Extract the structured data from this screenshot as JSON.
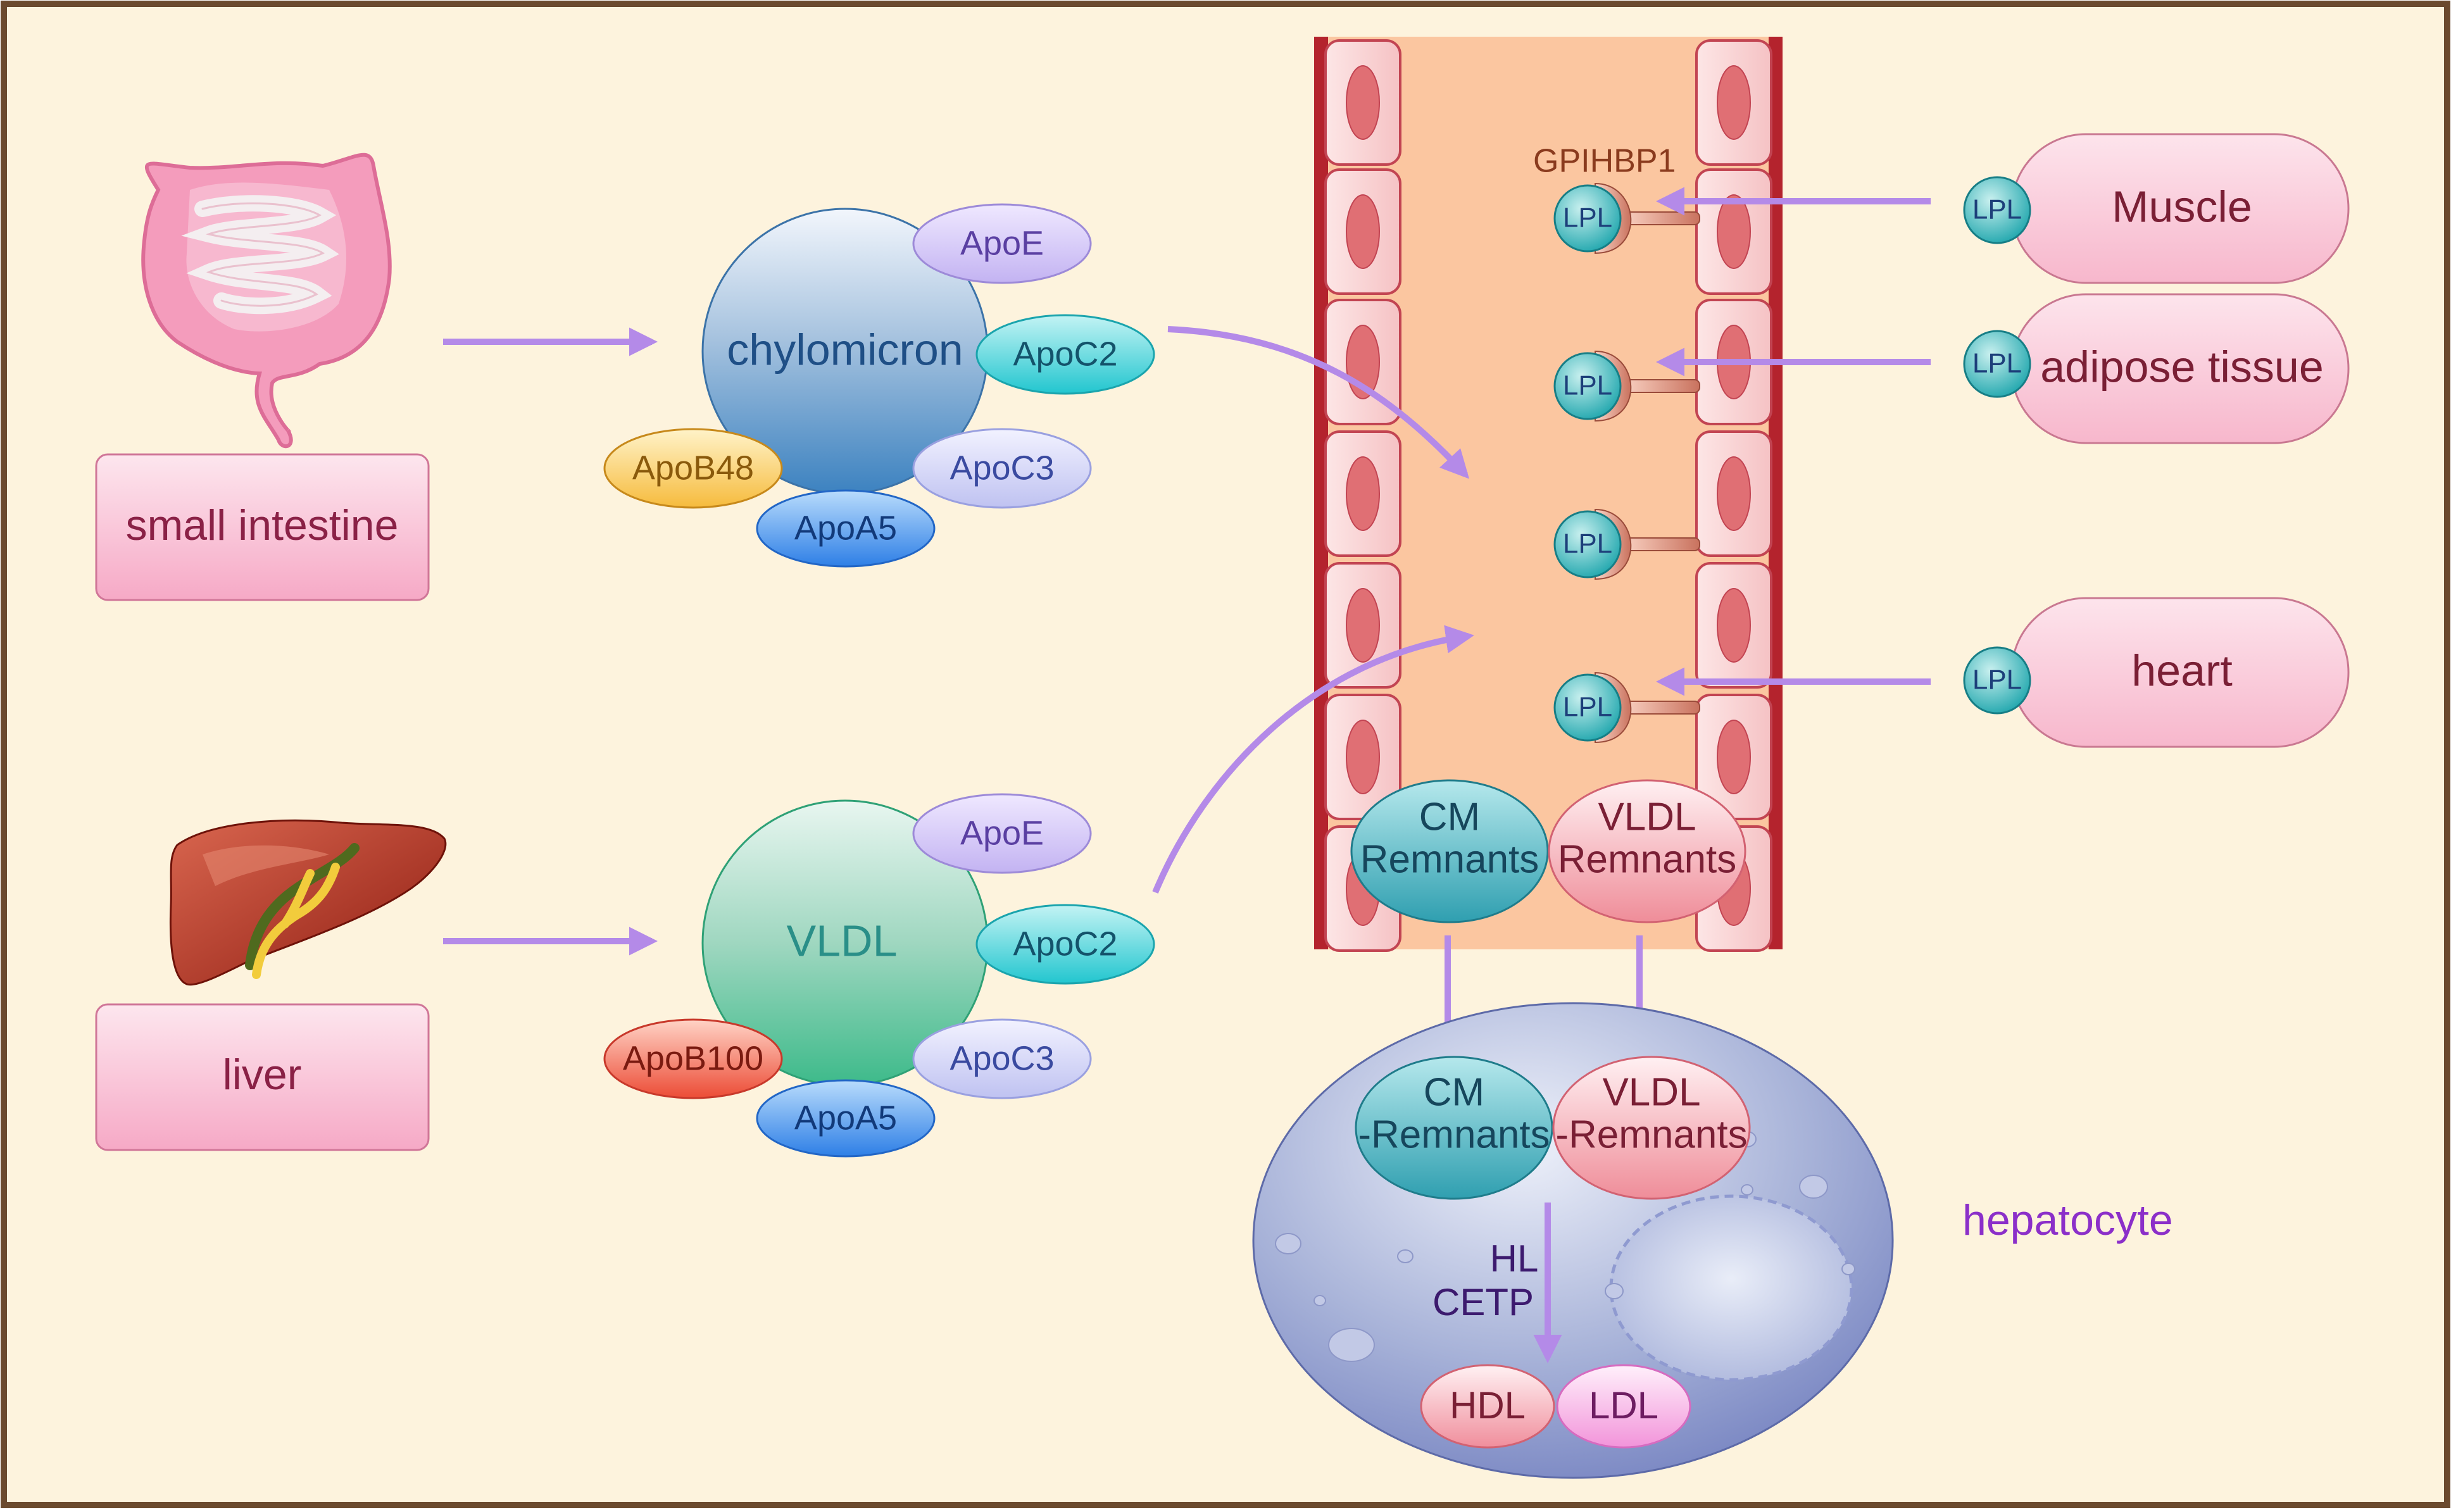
{
  "organs": {
    "small_intestine": "small intestine",
    "liver": "liver"
  },
  "particles": {
    "chylomicron": "chylomicron",
    "vldl": "VLDL"
  },
  "apos": {
    "apoe": "ApoE",
    "apoc2": "ApoC2",
    "apoc3": "ApoC3",
    "apoa5": "ApoA5",
    "apob48": "ApoB48",
    "apob100": "ApoB100"
  },
  "vessel": {
    "gpihbp1": "GPIHBP1",
    "lpl": "LPL",
    "cm_remnants": [
      "CM",
      "Remnants"
    ],
    "vldl_remnants": [
      "VLDL",
      "Remnants"
    ]
  },
  "tissues": {
    "muscle": "Muscle",
    "adipose": "adipose tissue",
    "heart": "heart"
  },
  "hepatocyte": {
    "label": "hepatocyte",
    "cm_remnants": [
      "CM",
      "-Remnants"
    ],
    "vldl_remnants": [
      "VLDL",
      "-Remnants"
    ],
    "enzymes": [
      "HL",
      "CETP"
    ],
    "hdl": "HDL",
    "ldl": "LDL"
  },
  "colors": {
    "background": "#fdf3dd",
    "border": "#6b4a2e",
    "arrow": "#b48ae8",
    "vessel_lumen": "#fbc6a0",
    "vessel_wall": "#b4232d",
    "hepatocyte_text": "#8b2fc9"
  }
}
